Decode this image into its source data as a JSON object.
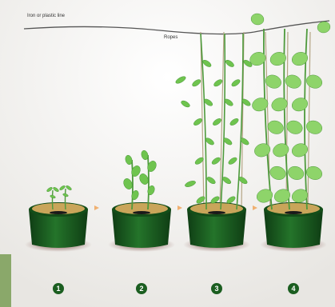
{
  "labels": {
    "line": "Iron or plastic line",
    "ropes": "Ropes"
  },
  "stages": [
    {
      "number": "1"
    },
    {
      "number": "2"
    },
    {
      "number": "3"
    },
    {
      "number": "4"
    }
  ],
  "colors": {
    "pot": "#1b5e20",
    "soil": "#c9a55a",
    "leaf": "#6fc44f",
    "vine": "#4e9a3c",
    "arrow": "#f0b070",
    "badge": "#1b5e20",
    "rope": "#b5a585"
  }
}
